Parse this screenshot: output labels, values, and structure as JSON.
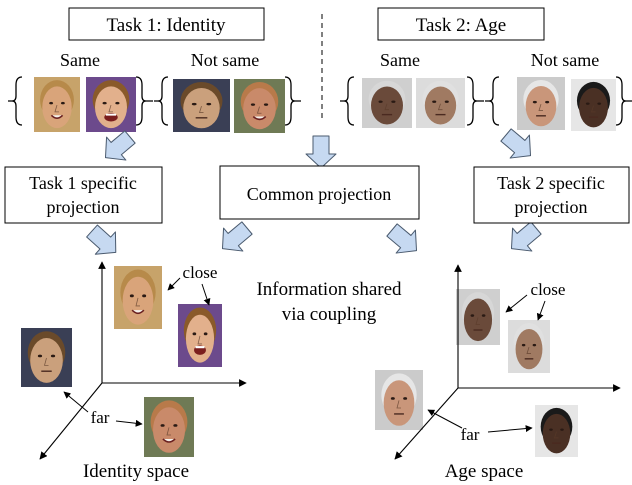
{
  "task1": {
    "title": "Task 1: Identity",
    "same_label": "Same",
    "not_same_label": "Not same",
    "specific_projection": [
      "Task 1 specific",
      "projection"
    ],
    "space_label": "Identity space",
    "close_label": "close",
    "far_label": "far"
  },
  "task2": {
    "title": "Task 2: Age",
    "same_label": "Same",
    "not_same_label": "Not same",
    "specific_projection": [
      "Task 2 specific",
      "projection"
    ],
    "space_label": "Age space",
    "close_label": "close",
    "far_label": "far"
  },
  "common_projection": "Common projection",
  "coupling_text": [
    "Information shared",
    "via coupling"
  ],
  "colors": {
    "arrow_fill": "#c6d9f1",
    "arrow_stroke": "#4a5a6e"
  },
  "faces": [
    {
      "id": "identity-same-a",
      "name": "face-identity-same-woman-smiling-icon",
      "skin": "#d9a47a",
      "hair": "#b78a4a",
      "bg": "#c7a36a",
      "mouth": "smile",
      "frame": "photo"
    },
    {
      "id": "identity-same-b",
      "name": "face-identity-same-woman-laughing-icon",
      "skin": "#e2b08c",
      "hair": "#8a5a2a",
      "bg": "#6c4a8c",
      "mouth": "laugh",
      "frame": "photo"
    },
    {
      "id": "identity-diff-a",
      "name": "face-identity-different-man-a-icon",
      "skin": "#caa07c",
      "hair": "#6a4a2a",
      "bg": "#3a3f55",
      "mouth": "flat",
      "frame": "photo"
    },
    {
      "id": "identity-diff-b",
      "name": "face-identity-different-man-b-icon",
      "skin": "#c98a6a",
      "hair": "#b87a4a",
      "bg": "#6f7a55",
      "mouth": "smile",
      "frame": "photo"
    },
    {
      "id": "age-same-a",
      "name": "face-age-same-elder-a-icon",
      "skin": "#6a4a3a",
      "hair": "#d7d7d7",
      "bg": "#cfcfcf",
      "mouth": "flat",
      "frame": "photo"
    },
    {
      "id": "age-same-b",
      "name": "face-age-same-elder-b-icon",
      "skin": "#a07a62",
      "hair": "#e0e0e0",
      "bg": "#dcdcdc",
      "mouth": "flat",
      "frame": "photo"
    },
    {
      "id": "age-diff-a",
      "name": "face-age-different-elder-icon",
      "skin": "#c9967a",
      "hair": "#e6e6e6",
      "bg": "#cbcbcb",
      "mouth": "flat",
      "frame": "photo"
    },
    {
      "id": "age-diff-b",
      "name": "face-age-different-young-man-icon",
      "skin": "#4a3024",
      "hair": "#1a1a1a",
      "bg": "#e6e6e6",
      "mouth": "flat",
      "frame": "photo"
    }
  ]
}
